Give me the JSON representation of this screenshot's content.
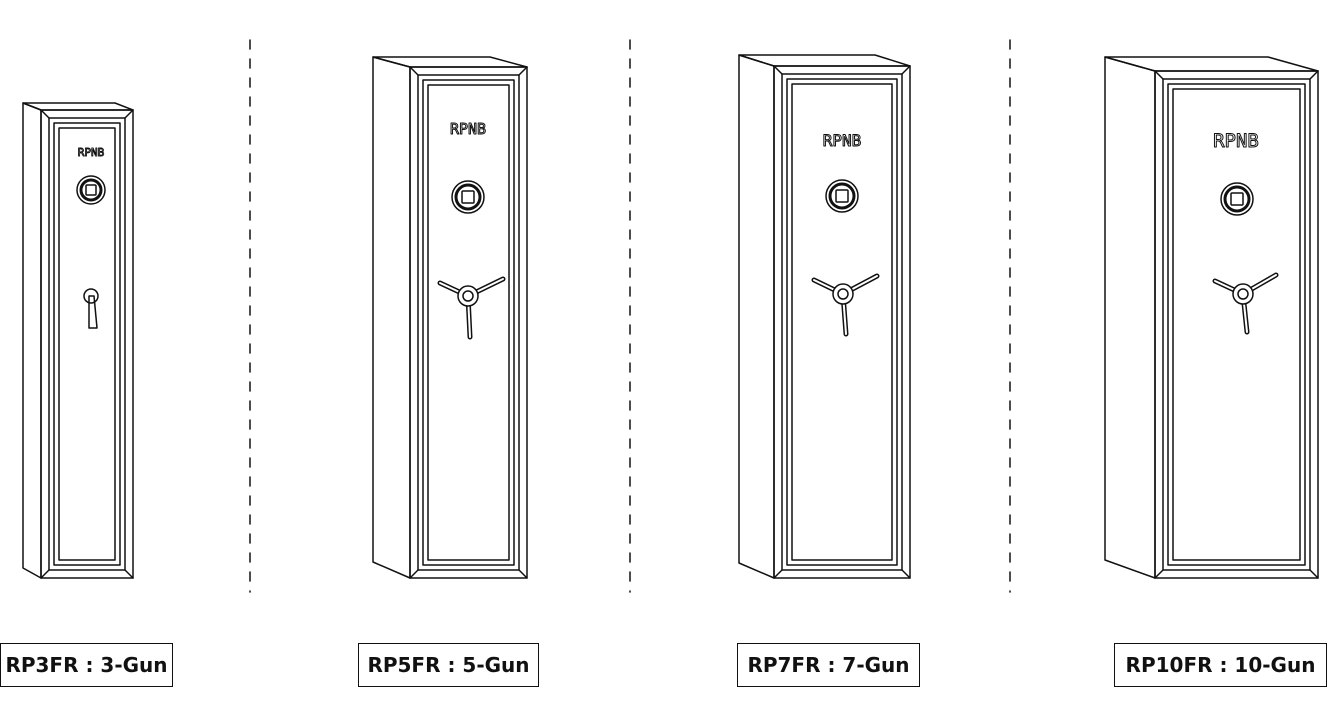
{
  "brand": {
    "logo_text": "RPNB"
  },
  "models": [
    {
      "label": "RP3FR : 3-Gun"
    },
    {
      "label": "RP5FR : 5-Gun"
    },
    {
      "label": "RP7FR : 7-Gun"
    },
    {
      "label": "RP10FR : 10-Gun"
    }
  ],
  "colors": {
    "line": "#111111",
    "background": "#ffffff"
  },
  "icons": [
    "fingerprint-lock-icon",
    "lever-handle-icon",
    "spoke-handle-icon",
    "dashed-divider"
  ]
}
